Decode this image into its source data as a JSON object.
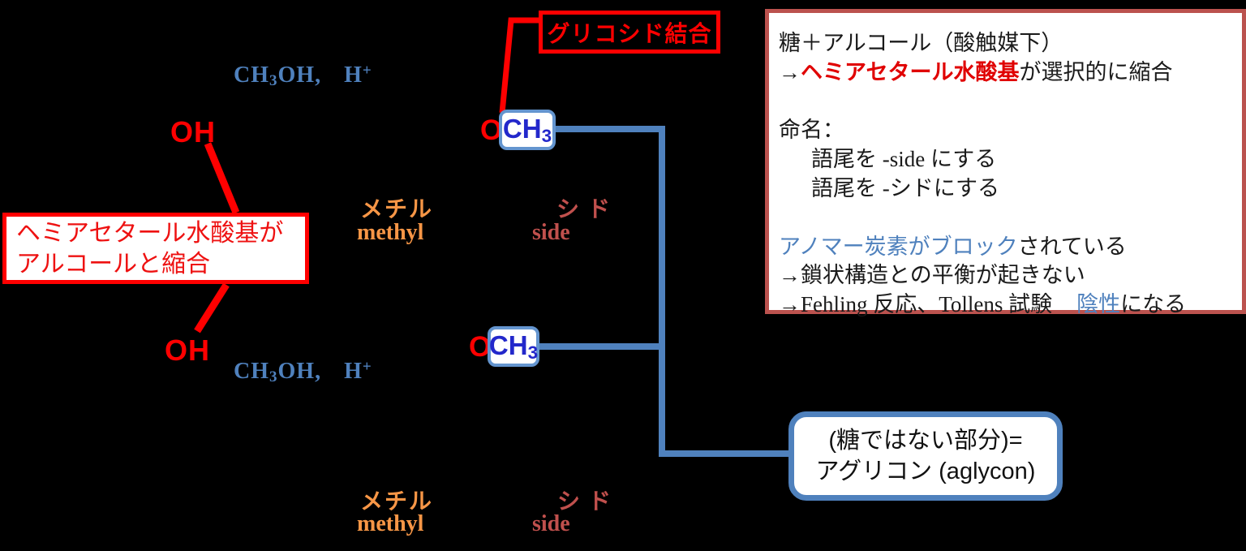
{
  "colors": {
    "background": "#000000",
    "red": "#ff0000",
    "panel_border": "#bb524e",
    "panel_text": "#1a1a1a",
    "steel_blue": "#4f81bd",
    "ch3_box_border": "#6495cf",
    "ch3_text_blue": "#2328cb",
    "orange": "#f79646",
    "brick_red": "#c0504d"
  },
  "reagents": {
    "top": {
      "ch": "CH",
      "sub": "3",
      "oh": "OH,",
      "h": "H",
      "plus": "+"
    },
    "bottom": {
      "ch": "CH",
      "sub": "3",
      "oh": "OH,",
      "h": "H",
      "plus": "+"
    }
  },
  "oh_labels": {
    "top": "OH",
    "bottom": "OH"
  },
  "och3": {
    "top": {
      "o": "O",
      "ch": "CH",
      "sub": "3"
    },
    "bottom": {
      "o": "O",
      "ch": "CH",
      "sub": "3"
    }
  },
  "labels_top": {
    "methyl_jp": "メチル",
    "methyl_en": "methyl",
    "side_jp": "シド",
    "side_en": "side"
  },
  "labels_bottom": {
    "methyl_jp": "メチル",
    "methyl_en": "methyl",
    "side_jp": "シド",
    "side_en": "side"
  },
  "callouts": {
    "hemiacetal": {
      "line1": "ヘミアセタール水酸基が",
      "line2": "アルコールと縮合"
    },
    "glycoside": "グリコシド結合",
    "aglycon": {
      "line1": "(糖ではない部分)=",
      "line2": "アグリコン (aglycon)"
    }
  },
  "info_panel": {
    "line1": "糖＋アルコール（酸触媒下）",
    "line2_arrow": "→",
    "line2_red": "ヘミアセタール水酸基",
    "line2_rest": "が選択的に縮合",
    "line4": "命名：",
    "line5": "語尾を -side にする",
    "line6": "語尾を -シドにする",
    "line8_blue": "アノマー炭素がブロック",
    "line8_rest": "されている",
    "line9": "→鎖状構造との平衡が起きない",
    "line10_pre": "→Fehling 反応、Tollens 試験",
    "line10_blue": "陰性",
    "line10_rest": "になる"
  }
}
